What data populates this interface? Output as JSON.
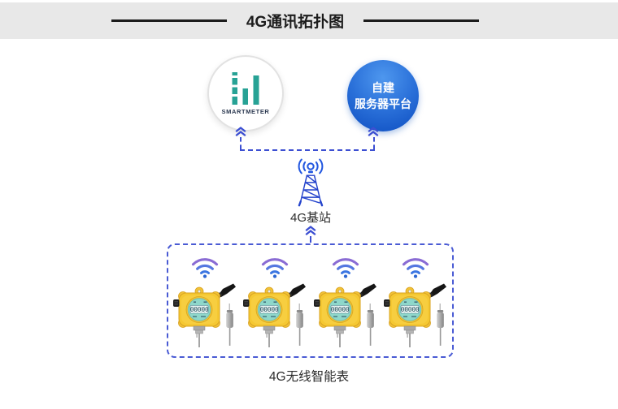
{
  "header": {
    "title": "4G通讯拓扑图"
  },
  "cloud": {
    "smartmeter_platform": {
      "brand": "SMARTMETER"
    },
    "server_platform": {
      "line1": "自建",
      "line2": "服务器平台"
    }
  },
  "base_station": {
    "label": "4G基站"
  },
  "meters": {
    "count": 4,
    "display_value": "00000",
    "group_label": "4G无线智能表"
  },
  "icons": {
    "wifi": "wifi-signal-arcs",
    "broadcast": "radio-broadcast-dot-with-arcs",
    "tower": "lattice-cell-tower",
    "chevron_up": "double-chevron-up",
    "device": "yellow-gas-detector-with-probe"
  },
  "colors": {
    "header_background": "#e8e8e8",
    "title_text": "#1c1c1c",
    "connector_dash_blue": "#3c4fd2",
    "meter_box_dash_blue": "#4a5bd4",
    "station_icon_blue": "#2257e0",
    "tower_blue": "#2443cc",
    "server_circle_blue_light": "#4e97ee",
    "server_circle_blue_dark": "#0d4dc0",
    "smartmeter_teal": "#27a295",
    "smartmeter_text_navy": "#2b3850",
    "device_body_yellow": "#f5c832",
    "device_display_teal": "#8ed7ca",
    "wifi_gradient_purple": "#8a6cd4",
    "wifi_gradient_blue": "#2c66d2"
  }
}
